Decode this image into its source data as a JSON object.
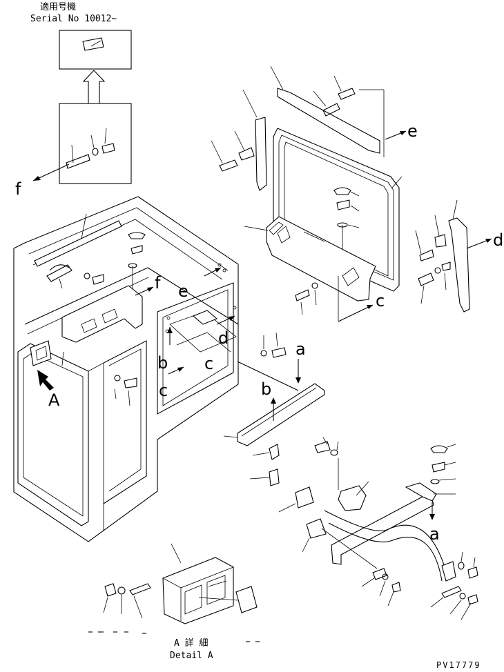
{
  "header": {
    "applicable_model_jp": "適用号機",
    "serial": "Serial No 10012~"
  },
  "detail": {
    "title_jp": "A 詳 細",
    "title_en": "Detail A"
  },
  "drawing_code": "PV17779",
  "view_labels": {
    "A_marker": "A",
    "a_top": "a",
    "a_bottom": "a",
    "b_cab": "b",
    "b_rail": "b",
    "c_cab": "c",
    "c_cab2": "c",
    "c_panel": "c",
    "d_cab": "d",
    "d_right": "d",
    "e_cab": "e",
    "e_top": "e",
    "f_cab": "f",
    "f_left": "f"
  }
}
